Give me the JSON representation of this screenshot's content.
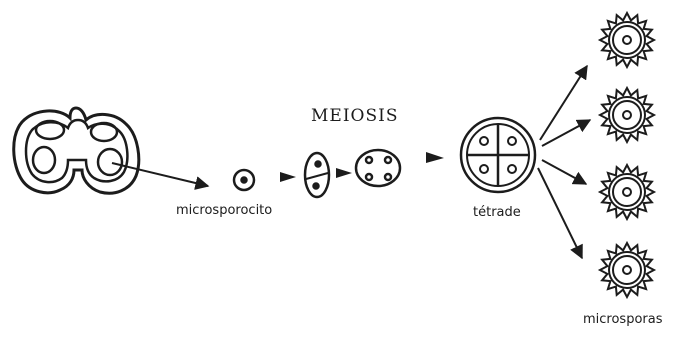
{
  "diagram": {
    "labels": {
      "meiosis": "MEIOSIS",
      "microsporocito": "microsporocito",
      "tetrade": "tétrade",
      "microsporas": "microsporas"
    },
    "colors": {
      "ink": "#1c1c1c",
      "background": "#ffffff"
    }
  }
}
